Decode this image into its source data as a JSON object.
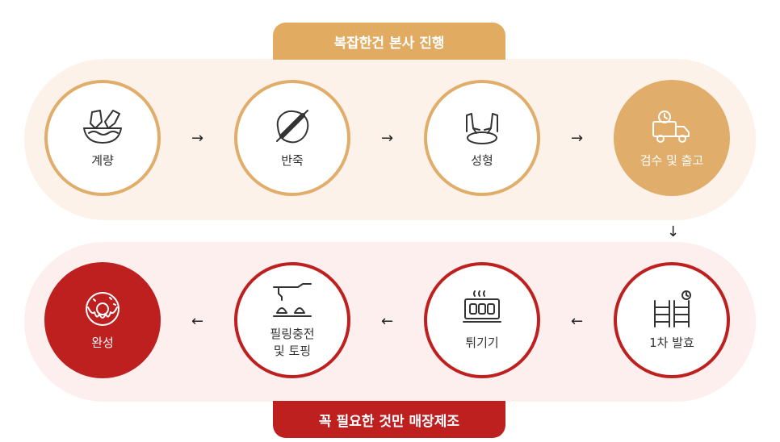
{
  "top_banner": "복잡한건 본사 진행",
  "bottom_banner": "꼭 필요한 것만 매장제조",
  "steps": {
    "measure": "계량",
    "knead": "반죽",
    "shape": "성형",
    "inspect": "검수 및 출고",
    "proof": "1차 발효",
    "fry": "튀기기",
    "filling_line1": "필링충전",
    "filling_line2": "및 토핑",
    "done": "완성"
  },
  "colors": {
    "gold": "#e0ad6a",
    "red": "#be1f1f"
  },
  "arrows": {
    "right": "→",
    "down": "↓",
    "left": "←"
  }
}
